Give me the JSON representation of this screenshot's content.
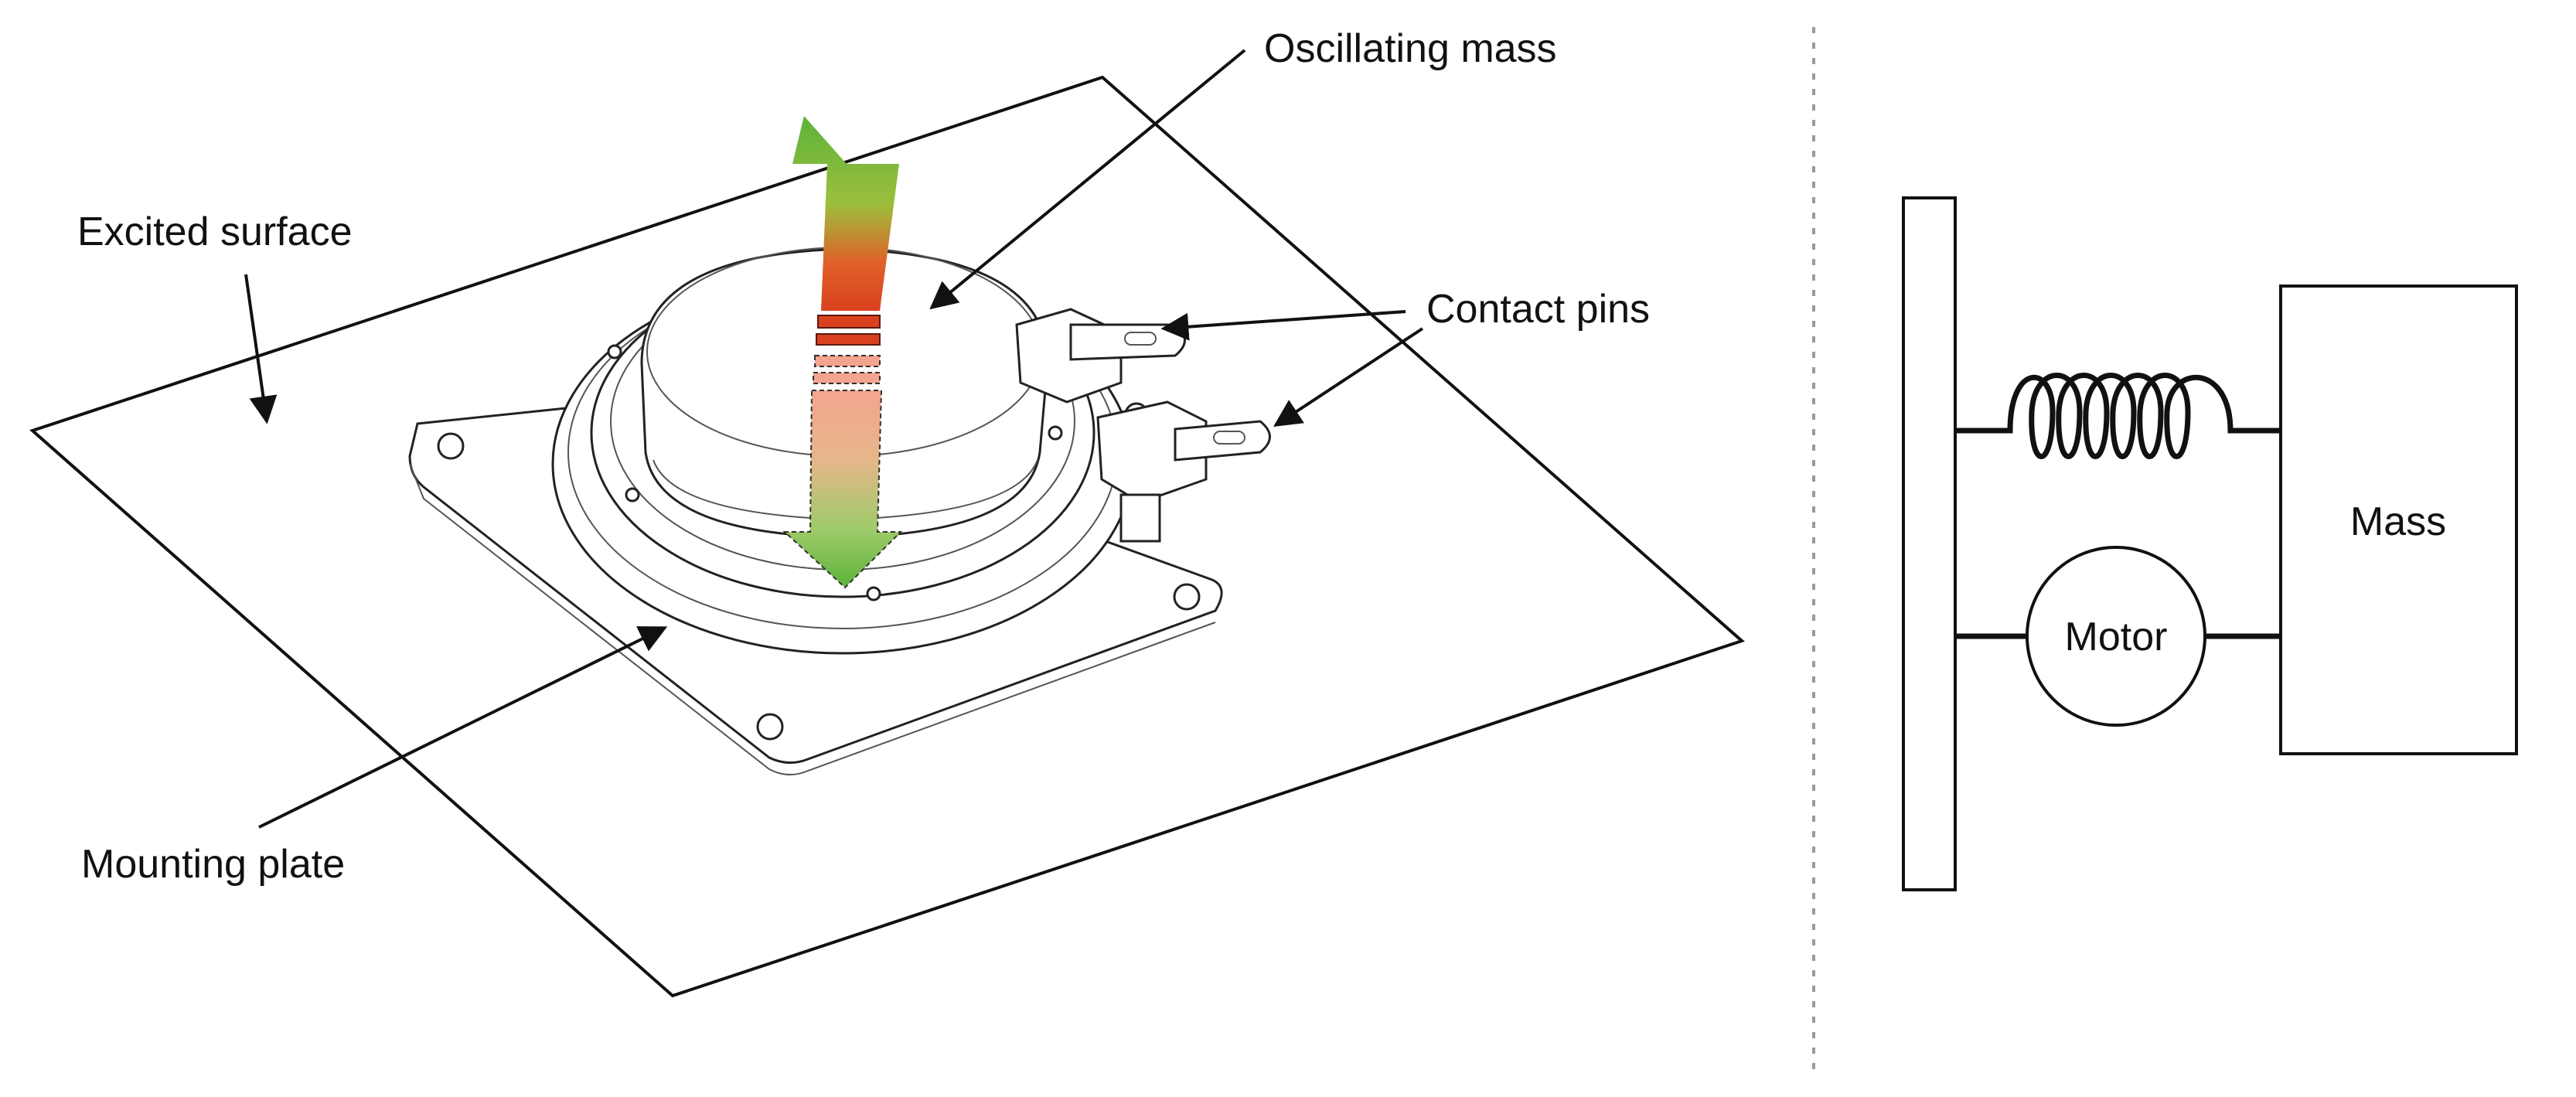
{
  "labels": {
    "excited_surface": "Excited surface",
    "oscillating_mass": "Oscillating mass",
    "contact_pins": "Contact pins",
    "mounting_plate": "Mounting plate",
    "mass": "Mass",
    "motor": "Motor"
  },
  "colors": {
    "arrow_green": "#5db33b",
    "arrow_red": "#d9411e",
    "arrow_pink": "#f3a58f",
    "divider": "#9a9a9a"
  }
}
